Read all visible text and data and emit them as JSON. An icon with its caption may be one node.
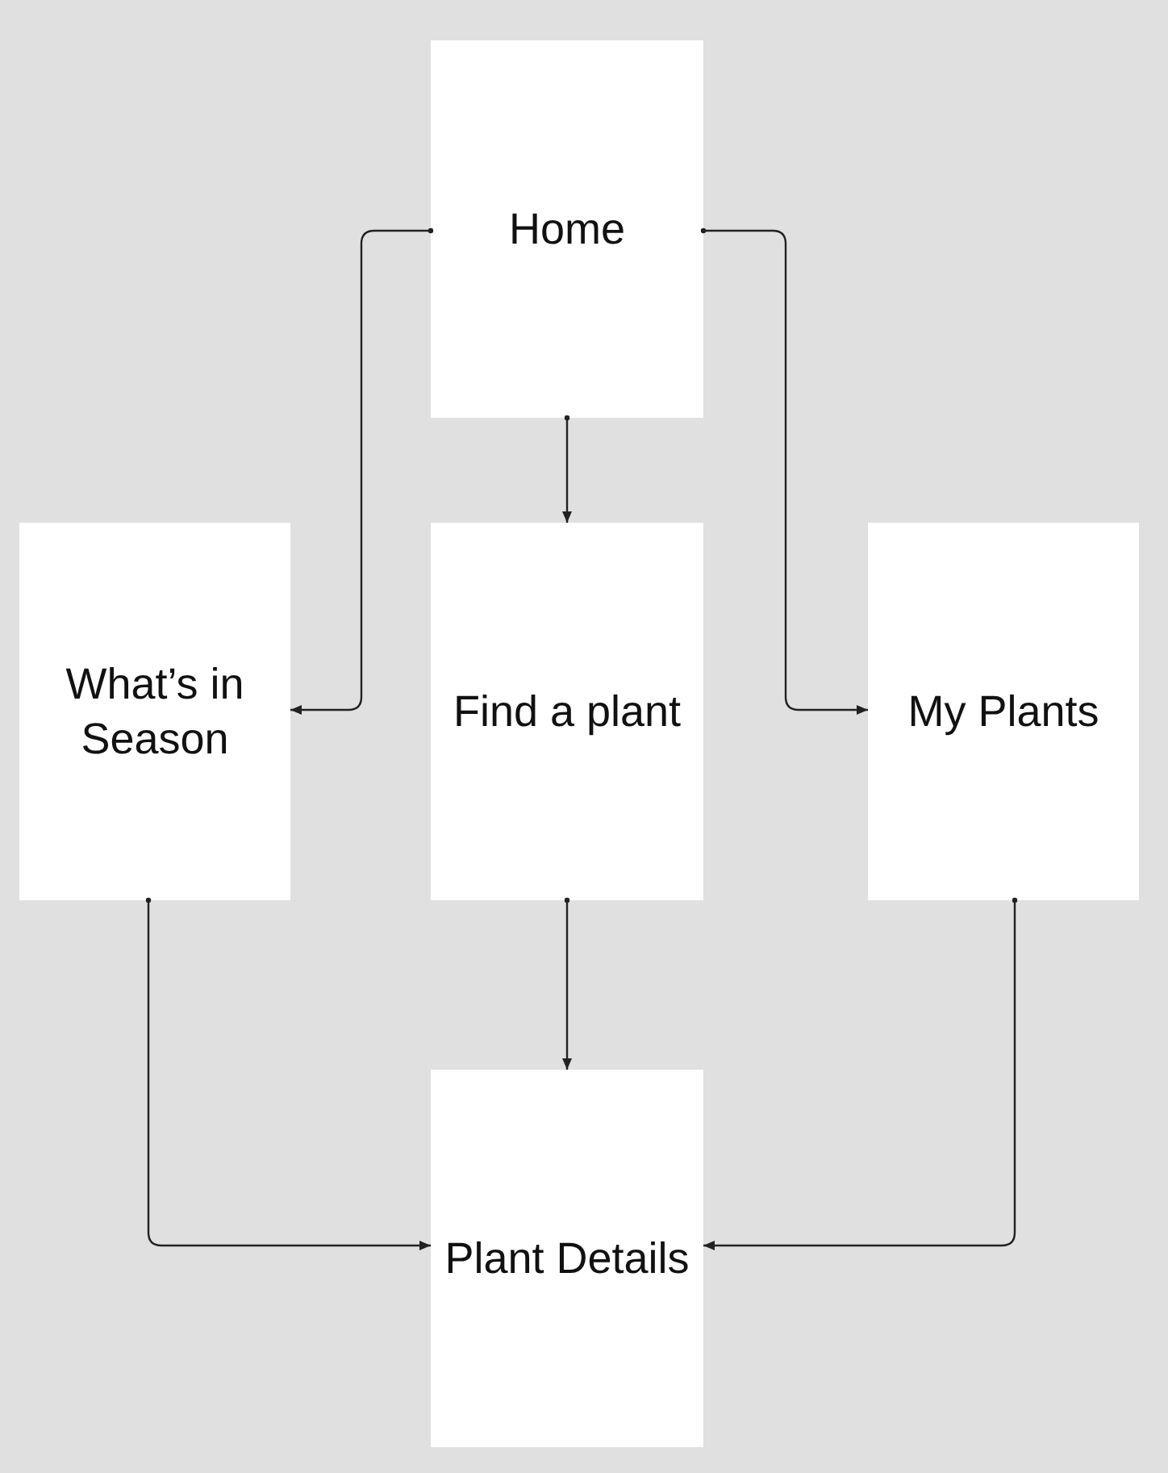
{
  "diagram": {
    "nodes": [
      {
        "text": [
          "Home"
        ]
      },
      {
        "text": [
          "What’s in Season"
        ]
      },
      {
        "text": [
          "Find a plant"
        ]
      },
      {
        "text": [
          "My Plants"
        ]
      },
      {
        "text": [
          "Plant Details"
        ]
      }
    ],
    "edges": [
      {
        "from": 0,
        "to": 1,
        "arrow": "to"
      },
      {
        "from": 0,
        "to": 3,
        "arrow": "to"
      },
      {
        "from": 0,
        "to": 2,
        "arrow": "to"
      },
      {
        "from": 2,
        "to": 4,
        "arrow": "to"
      },
      {
        "from": 1,
        "to": 4,
        "arrow": "to"
      },
      {
        "from": 3,
        "to": 4,
        "arrow": "to"
      }
    ]
  }
}
